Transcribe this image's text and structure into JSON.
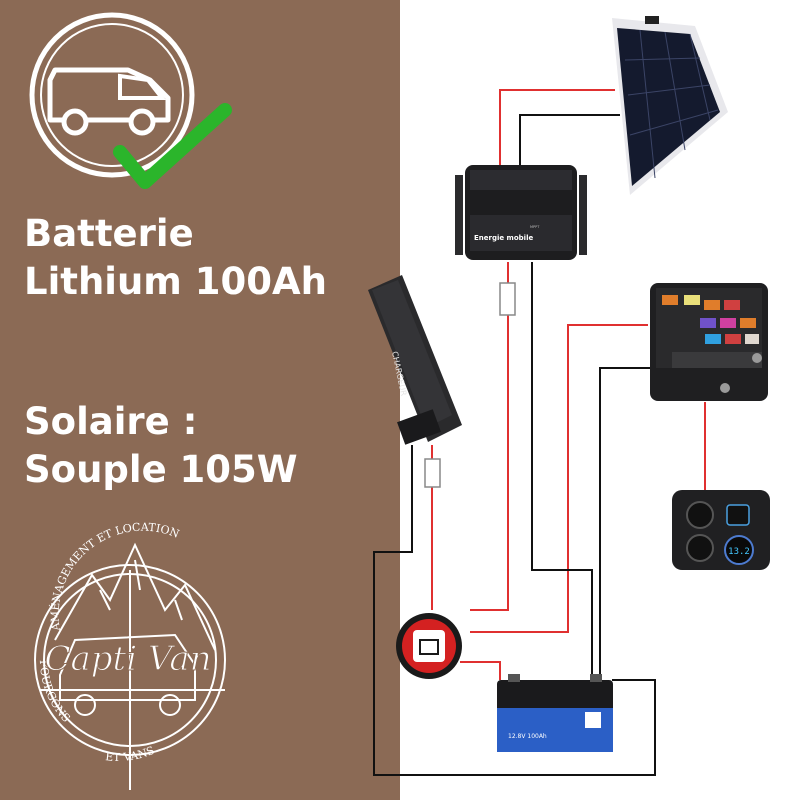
{
  "battery_heading": {
    "line1": "Batterie",
    "line2": "Lithium 100Ah"
  },
  "solar_heading": {
    "line1": "Solaire :",
    "line2": "Souple 105W"
  },
  "logo": {
    "name": "Capti Van",
    "arc_top": "AMÉNAGEMENT ET LOCATION",
    "arc_bottom_left": "FOURGONS",
    "arc_bottom_right": "ET VANS"
  },
  "devices": {
    "regulator_label": "Energie mobile",
    "charger_label": "CHARGEUR",
    "battery_label": "12.8V 100Ah",
    "voltmeter_reading": "13.2"
  },
  "icons": [
    "van-icon",
    "checkmark-icon"
  ],
  "colors": {
    "panel_brown": "#8b6a55",
    "check_green": "#2bb52b",
    "wire_red": "#e03030",
    "wire_black": "#111111"
  }
}
